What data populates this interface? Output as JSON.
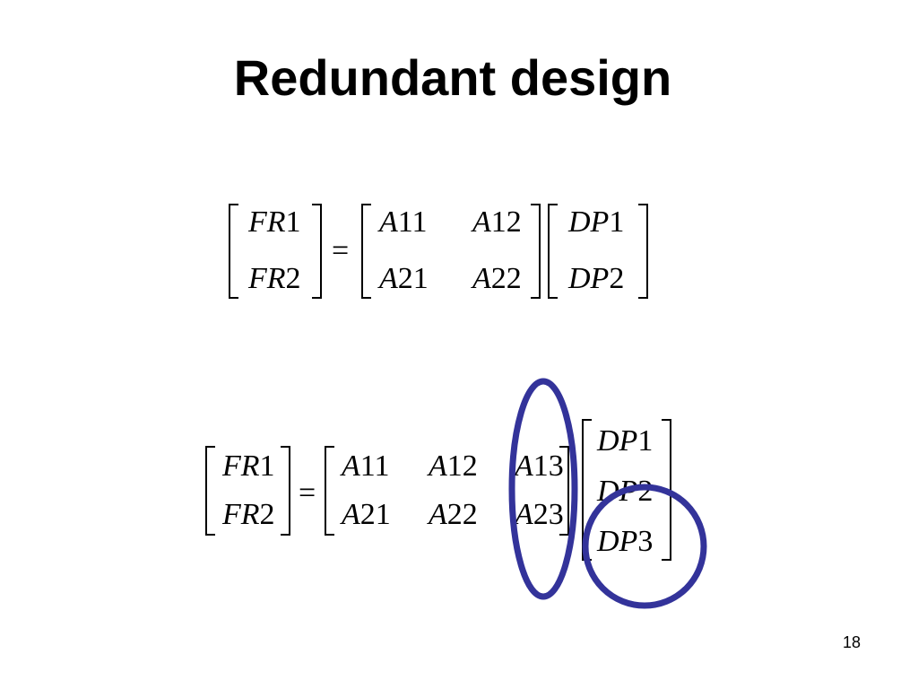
{
  "slide": {
    "title": "Redundant design",
    "page_number": "18",
    "highlight_color": "#33339a"
  },
  "equation1": {
    "lhs": [
      {
        "var": "FR",
        "idx": "1"
      },
      {
        "var": "FR",
        "idx": "2"
      }
    ],
    "equals": "=",
    "matrix": [
      [
        {
          "var": "A",
          "idx": "11"
        },
        {
          "var": "A",
          "idx": "12"
        }
      ],
      [
        {
          "var": "A",
          "idx": "21"
        },
        {
          "var": "A",
          "idx": "22"
        }
      ]
    ],
    "vector": [
      {
        "var": "DP",
        "idx": "1"
      },
      {
        "var": "DP",
        "idx": "2"
      }
    ]
  },
  "equation2": {
    "lhs": [
      {
        "var": "FR",
        "idx": "1"
      },
      {
        "var": "FR",
        "idx": "2"
      }
    ],
    "equals": "=",
    "matrix": [
      [
        {
          "var": "A",
          "idx": "11"
        },
        {
          "var": "A",
          "idx": "12"
        },
        {
          "var": "A",
          "idx": "13"
        }
      ],
      [
        {
          "var": "A",
          "idx": "21"
        },
        {
          "var": "A",
          "idx": "22"
        },
        {
          "var": "A",
          "idx": "23"
        }
      ]
    ],
    "vector": [
      {
        "var": "DP",
        "idx": "1"
      },
      {
        "var": "DP",
        "idx": "2"
      },
      {
        "var": "DP",
        "idx": "3"
      }
    ]
  }
}
